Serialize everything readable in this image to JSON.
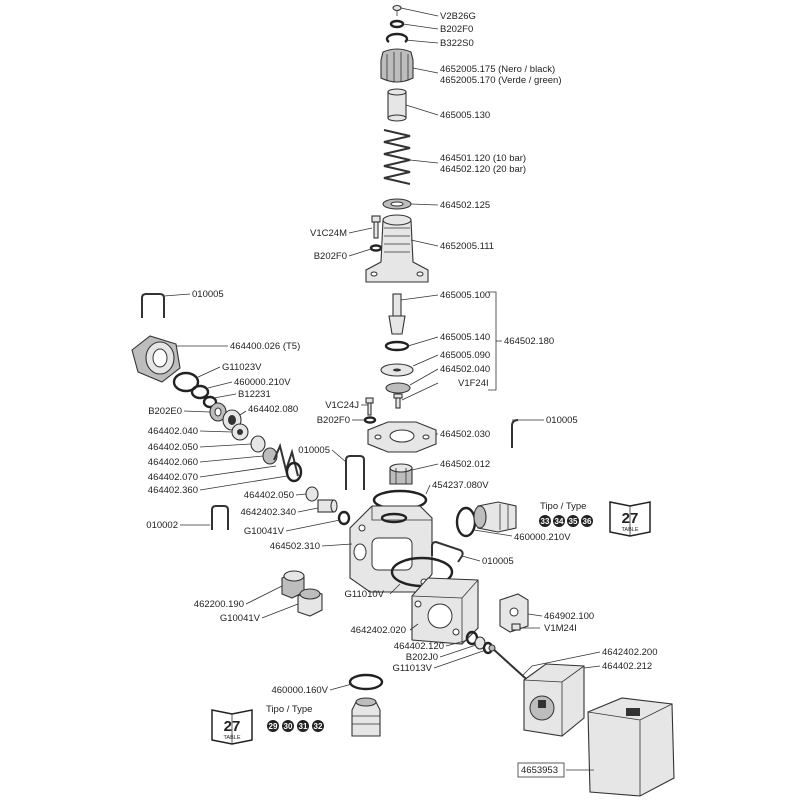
{
  "labels": {
    "v2b26g": "V2B26G",
    "b202f0_top": "B202F0",
    "b322s0": "B322S0",
    "p4652005_175": "4652005.175  (Nero / black)",
    "p4652005_170": "4652005.170  (Verde / green)",
    "p465005_130": "465005.130",
    "p464501_120": "464501.120   (10 bar)",
    "p464502_120": "464502.120   (20 bar)",
    "p464502_125": "464502.125",
    "v1c24m": "V1C24M",
    "p4652005_111": "4652005.111",
    "b202f0_mid": "B202F0",
    "p465005_100": "465005.100",
    "p465005_140": "465005.140",
    "p464502_180": "464502.180",
    "p465005_090": "465005.090",
    "p464502_040": "464502.040",
    "v1f24i": "V1F24I",
    "v1c24j": "V1C24J",
    "b202f0_low": "B202F0",
    "p010005_top": "010005",
    "p464400_026": "464400.026 (T5)",
    "g11023v": "G11023V",
    "p460000_210v_a": "460000.210V",
    "b12231": "B12231",
    "b202e0": "B202E0",
    "p464402_080": "464402.080",
    "p464402_040": "464402.040",
    "p464402_050_a": "464402.050",
    "p464402_060": "464402.060",
    "p464402_070": "464402.070",
    "p464402_360": "464402.360",
    "p010005_mid": "010005",
    "p010005_right": "010005",
    "p464502_030": "464502.030",
    "p464502_012": "464502.012",
    "p454237_080v": "454237.080V",
    "p464402_050_b": "464402.050",
    "p4642402_340": "4642402.340",
    "p010002": "010002",
    "g10041v_a": "G10041V",
    "p464502_310": "464502.310",
    "p460000_210v_b": "460000.210V",
    "p010005_low": "010005",
    "g11010v": "G11010V",
    "p462200_190": "462200.190",
    "g10041v_b": "G10041V",
    "p4642402_020": "4642402.020",
    "p464902_100": "464902.100",
    "v1m24i": "V1M24I",
    "p464402_120": "464402.120",
    "b202j0": "B202J0",
    "g11013v": "G11013V",
    "p4642402_200": "4642402.200",
    "p464402_212": "464402.212",
    "p460000_160v": "460000.160V",
    "p4653953": "4653953"
  },
  "type_callouts": {
    "right": {
      "label": "Tipo / Type",
      "numbers": [
        "33",
        "34",
        "35",
        "36"
      ],
      "book_number": "27",
      "book_caption": "TABLE"
    },
    "left": {
      "label": "Tipo / Type",
      "numbers": [
        "29",
        "30",
        "31",
        "32"
      ],
      "book_number": "27",
      "book_caption": "TABLE"
    }
  }
}
